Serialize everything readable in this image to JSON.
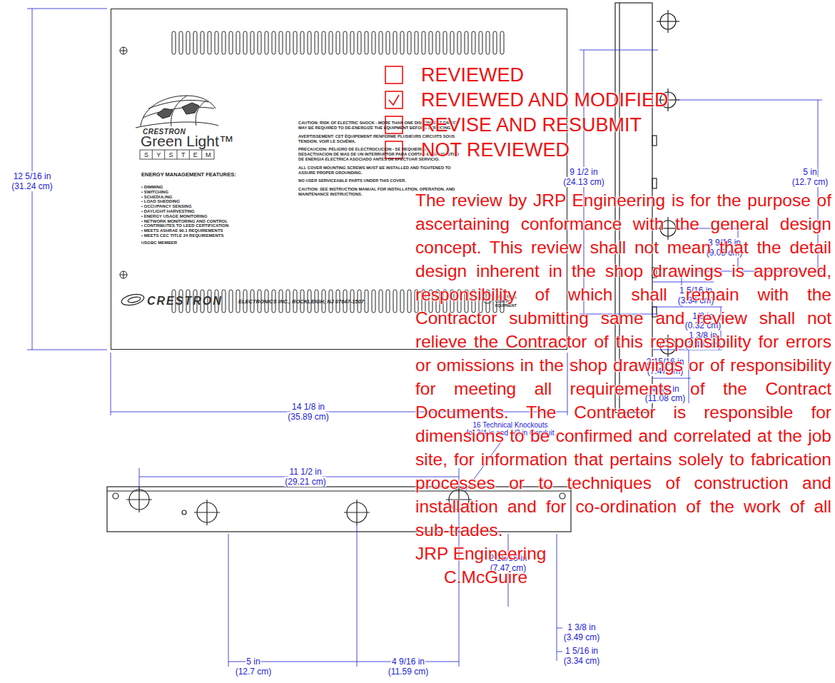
{
  "diagram": {
    "nodes": [
      {
        "text": [
          "CRESTRON",
          "Green Light™",
          "SYSTEM",
          "ENERGY MANAGEMENT FEATURES:",
          "• DIMMING",
          "• SWITCHING",
          "• SCHEDULING",
          "• LOAD SHEDDING",
          "• OCCUPANCY SENSING",
          "• DAYLIGHT HARVESTING",
          "• ENERGY USAGE MONITORING",
          "• NETWORK MONITORING AND CONTROL",
          "• CONTRIBUTES TO LEED CERTIFICATION",
          "• MEETS ASHRAE 90.1 REQUIREMENTS",
          "• MEETS CEC TITLE 24 REQUIREMENTS",
          "USGBC MEMBER",
          "CAUTION: RISK OF ELECTRIC SHOCK - MORE THAN ONE DISCONNECT SWITCH MAY BE REQUIRED TO DE-ENERGIZE THE EQUIPMENT BEFORE SERVICING.",
          "AVERTISSEMENT: CET ÉQUIPEMENT RENFERME PLUSIEURS CIRCUITS SOUS TENSION. VOIR LE SCHÉMA.",
          "PRECAUCION: PELIGRO DE ELECTROCUCION - SE REQUIERE LA DESACTIVACION DE MAS DE UN INTERRUPTOR PARA CORTAR EL SUMINISTRO DE ENERGIA ELECTRICA ASOCIADO ANTES DE EFECTUAR SERVICIO.",
          "ALL COVER MOUNTING SCREWS MUST BE INSTALLED AND TIGHTENED TO ASSURE PROPER GROUNDING.",
          "NO USER SERVICEABLE PARTS UNDER THIS COVER.",
          "CAUTION: SEE INSTRUCTION MANUAL FOR INSTALLATION, OPERATION, AND MAINTENANCE INSTRUCTIONS.",
          "CRESTRON",
          "ELECTRONICS INC., ROCKLEIGH, NJ 07647-1507",
          "INDUSTRIAL CONTROL EQUIPMENT"
        ]
      }
    ],
    "labels": [
      "REVIEWED",
      "REVIEWED AND MODIFIED",
      "REVISE AND RESUBMIT",
      "NOT REVIEWED",
      "The review by JRP Engineering is for the purpose of ascertaining conformance with the general design concept. This review shall not mean that the detail design inherent in the shop drawings is approved, responsibility of which shall remain with the Contractor submitting same and review shall not relieve the Contractor of this responsibility for errors or omissions in the shop drawings or of responsibility for meeting all requirements of the Contract Documents. The Contractor is responsible for dimensions to be confirmed and correlated at the job site, for information that pertains solely to fabrication processes or to techniques of construction and installation and for co-ordination of the work of all sub-trades.",
      "JRP Engineering",
      "C.McGuire",
      "12 5/16 in",
      "(31.24 cm)",
      "9 1/2 in",
      "(24.13 cm)",
      "5 in",
      "(12.7 cm)",
      "3 9/16 in",
      "(9.05 cm)",
      "1 5/16 in",
      "(3.34 cm)",
      "1/8 in",
      "(0.32 cm)",
      "1 3/8 in",
      "(3.49 cm)",
      "2 15/16 in",
      "(7.47 cm)",
      "4 3/8 in",
      "(11.08 cm)",
      "14 1/8 in",
      "(35.89 cm)",
      "16 Technical Knockouts",
      "for 3/4 in and 1/2 in Conduit",
      "11 1/2 in",
      "(29.21 cm)",
      "2 15/16 in",
      "(7.47 cm)",
      "1 3/8 in",
      "(3.49 cm)",
      "1 5/16 in",
      "(3.34 cm)",
      "5 in",
      "(12.7 cm)",
      "4 9/16 in",
      "(11.59 cm)"
    ]
  }
}
